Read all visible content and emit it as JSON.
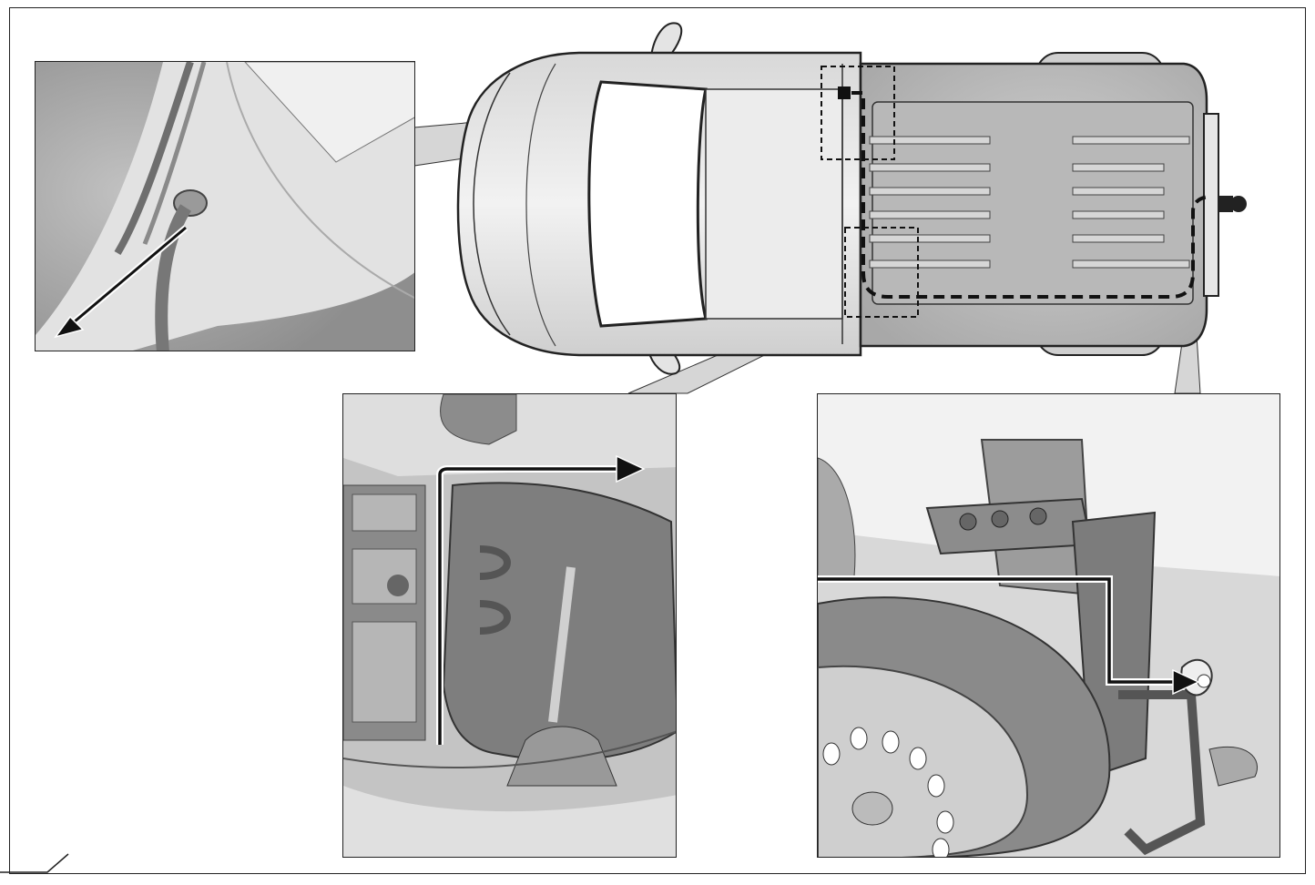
{
  "figure": {
    "description_label": "",
    "page_number": "",
    "colors": {
      "background": "#ffffff",
      "outline": "#222222",
      "body_light": "#e6e6e6",
      "body_mid": "#c8c8c8",
      "body_dark": "#9a9a9a",
      "route_line": "#111111"
    },
    "callouts": [
      {
        "id": "front-grommet-detail",
        "shows": "grommet-icon"
      },
      {
        "id": "mid-frame-detail",
        "shows": "cable-route-arrow-icon"
      },
      {
        "id": "rear-hitch-detail",
        "shows": "hitch-socket-icon"
      }
    ]
  }
}
